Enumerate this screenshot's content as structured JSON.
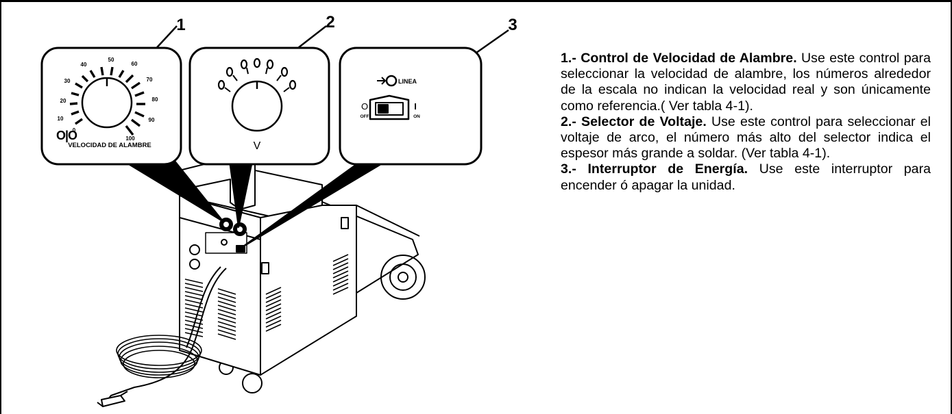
{
  "callouts": [
    "1",
    "2",
    "3"
  ],
  "wire_speed_dial": {
    "scale": [
      "0",
      "10",
      "20",
      "30",
      "40",
      "50",
      "60",
      "70",
      "80",
      "90",
      "100"
    ],
    "label": "VELOCIDAD DE ALAMBRE"
  },
  "voltage_dial": {
    "label": "V"
  },
  "power_switch": {
    "label": "LINEA",
    "off": "OFF",
    "on": "ON",
    "off_symbol": "O",
    "on_symbol": "I"
  },
  "items": [
    {
      "title": "1.- Control de Velocidad de Alambre.",
      "text": "Use este control para seleccionar la velocidad de alambre, los números alrededor de la escala no indican la velocidad real y son únicamente como referencia.( Ver tabla 4-1)."
    },
    {
      "title": "2.- Selector de Voltaje.",
      "text": "Use este control para seleccionar el voltaje de arco, el número más alto del selector indica el espesor más grande a soldar. (Ver tabla 4-1)."
    },
    {
      "title": "3.- Interruptor de Energía.",
      "text": "Use este interruptor para encender ó apagar la unidad."
    }
  ]
}
